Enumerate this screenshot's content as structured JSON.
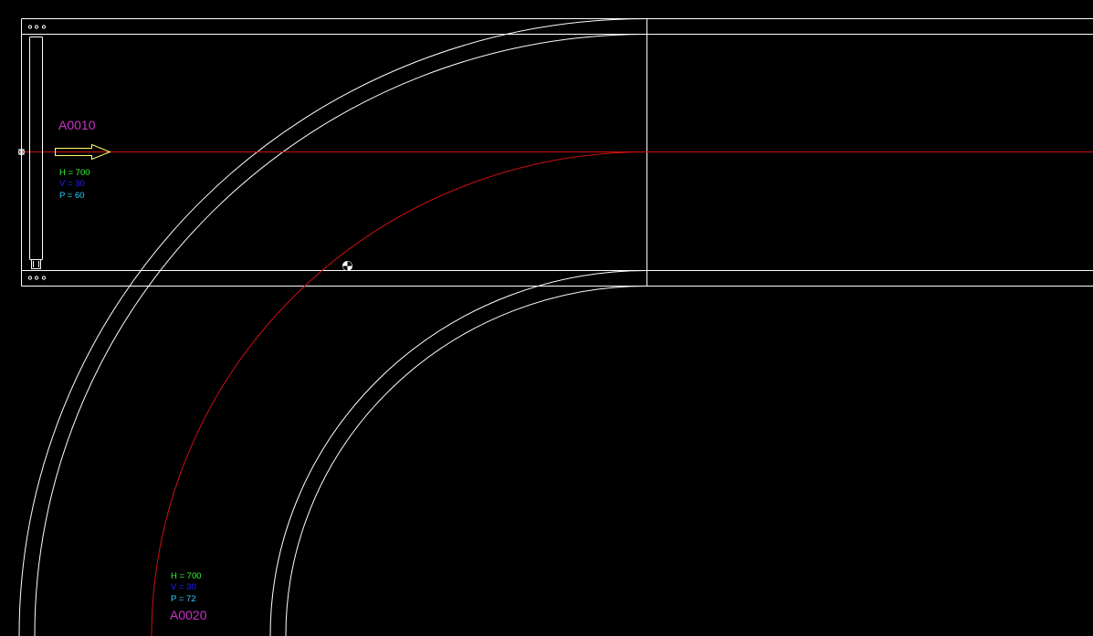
{
  "segments": [
    {
      "id": "A0010",
      "color": "#cc33cc",
      "params": [
        {
          "text": "H = 700",
          "color": "#33ff33"
        },
        {
          "text": "V = 30",
          "color": "#2222ff"
        },
        {
          "text": "P = 60",
          "color": "#33ccff"
        }
      ]
    },
    {
      "id": "A0020",
      "color": "#cc33cc",
      "params": [
        {
          "text": "H = 700",
          "color": "#33ff33"
        },
        {
          "text": "V = 30",
          "color": "#2222ff"
        },
        {
          "text": "P = 72",
          "color": "#33ccff"
        }
      ]
    }
  ],
  "colors": {
    "background": "#000000",
    "track_lines": "#ffffff",
    "centerline": "#cc1111",
    "direction_arrow": "#ffff66"
  },
  "icons": [
    "direction-arrow-icon",
    "target-marker-icon",
    "node-marker-icon",
    "roller-icon"
  ]
}
